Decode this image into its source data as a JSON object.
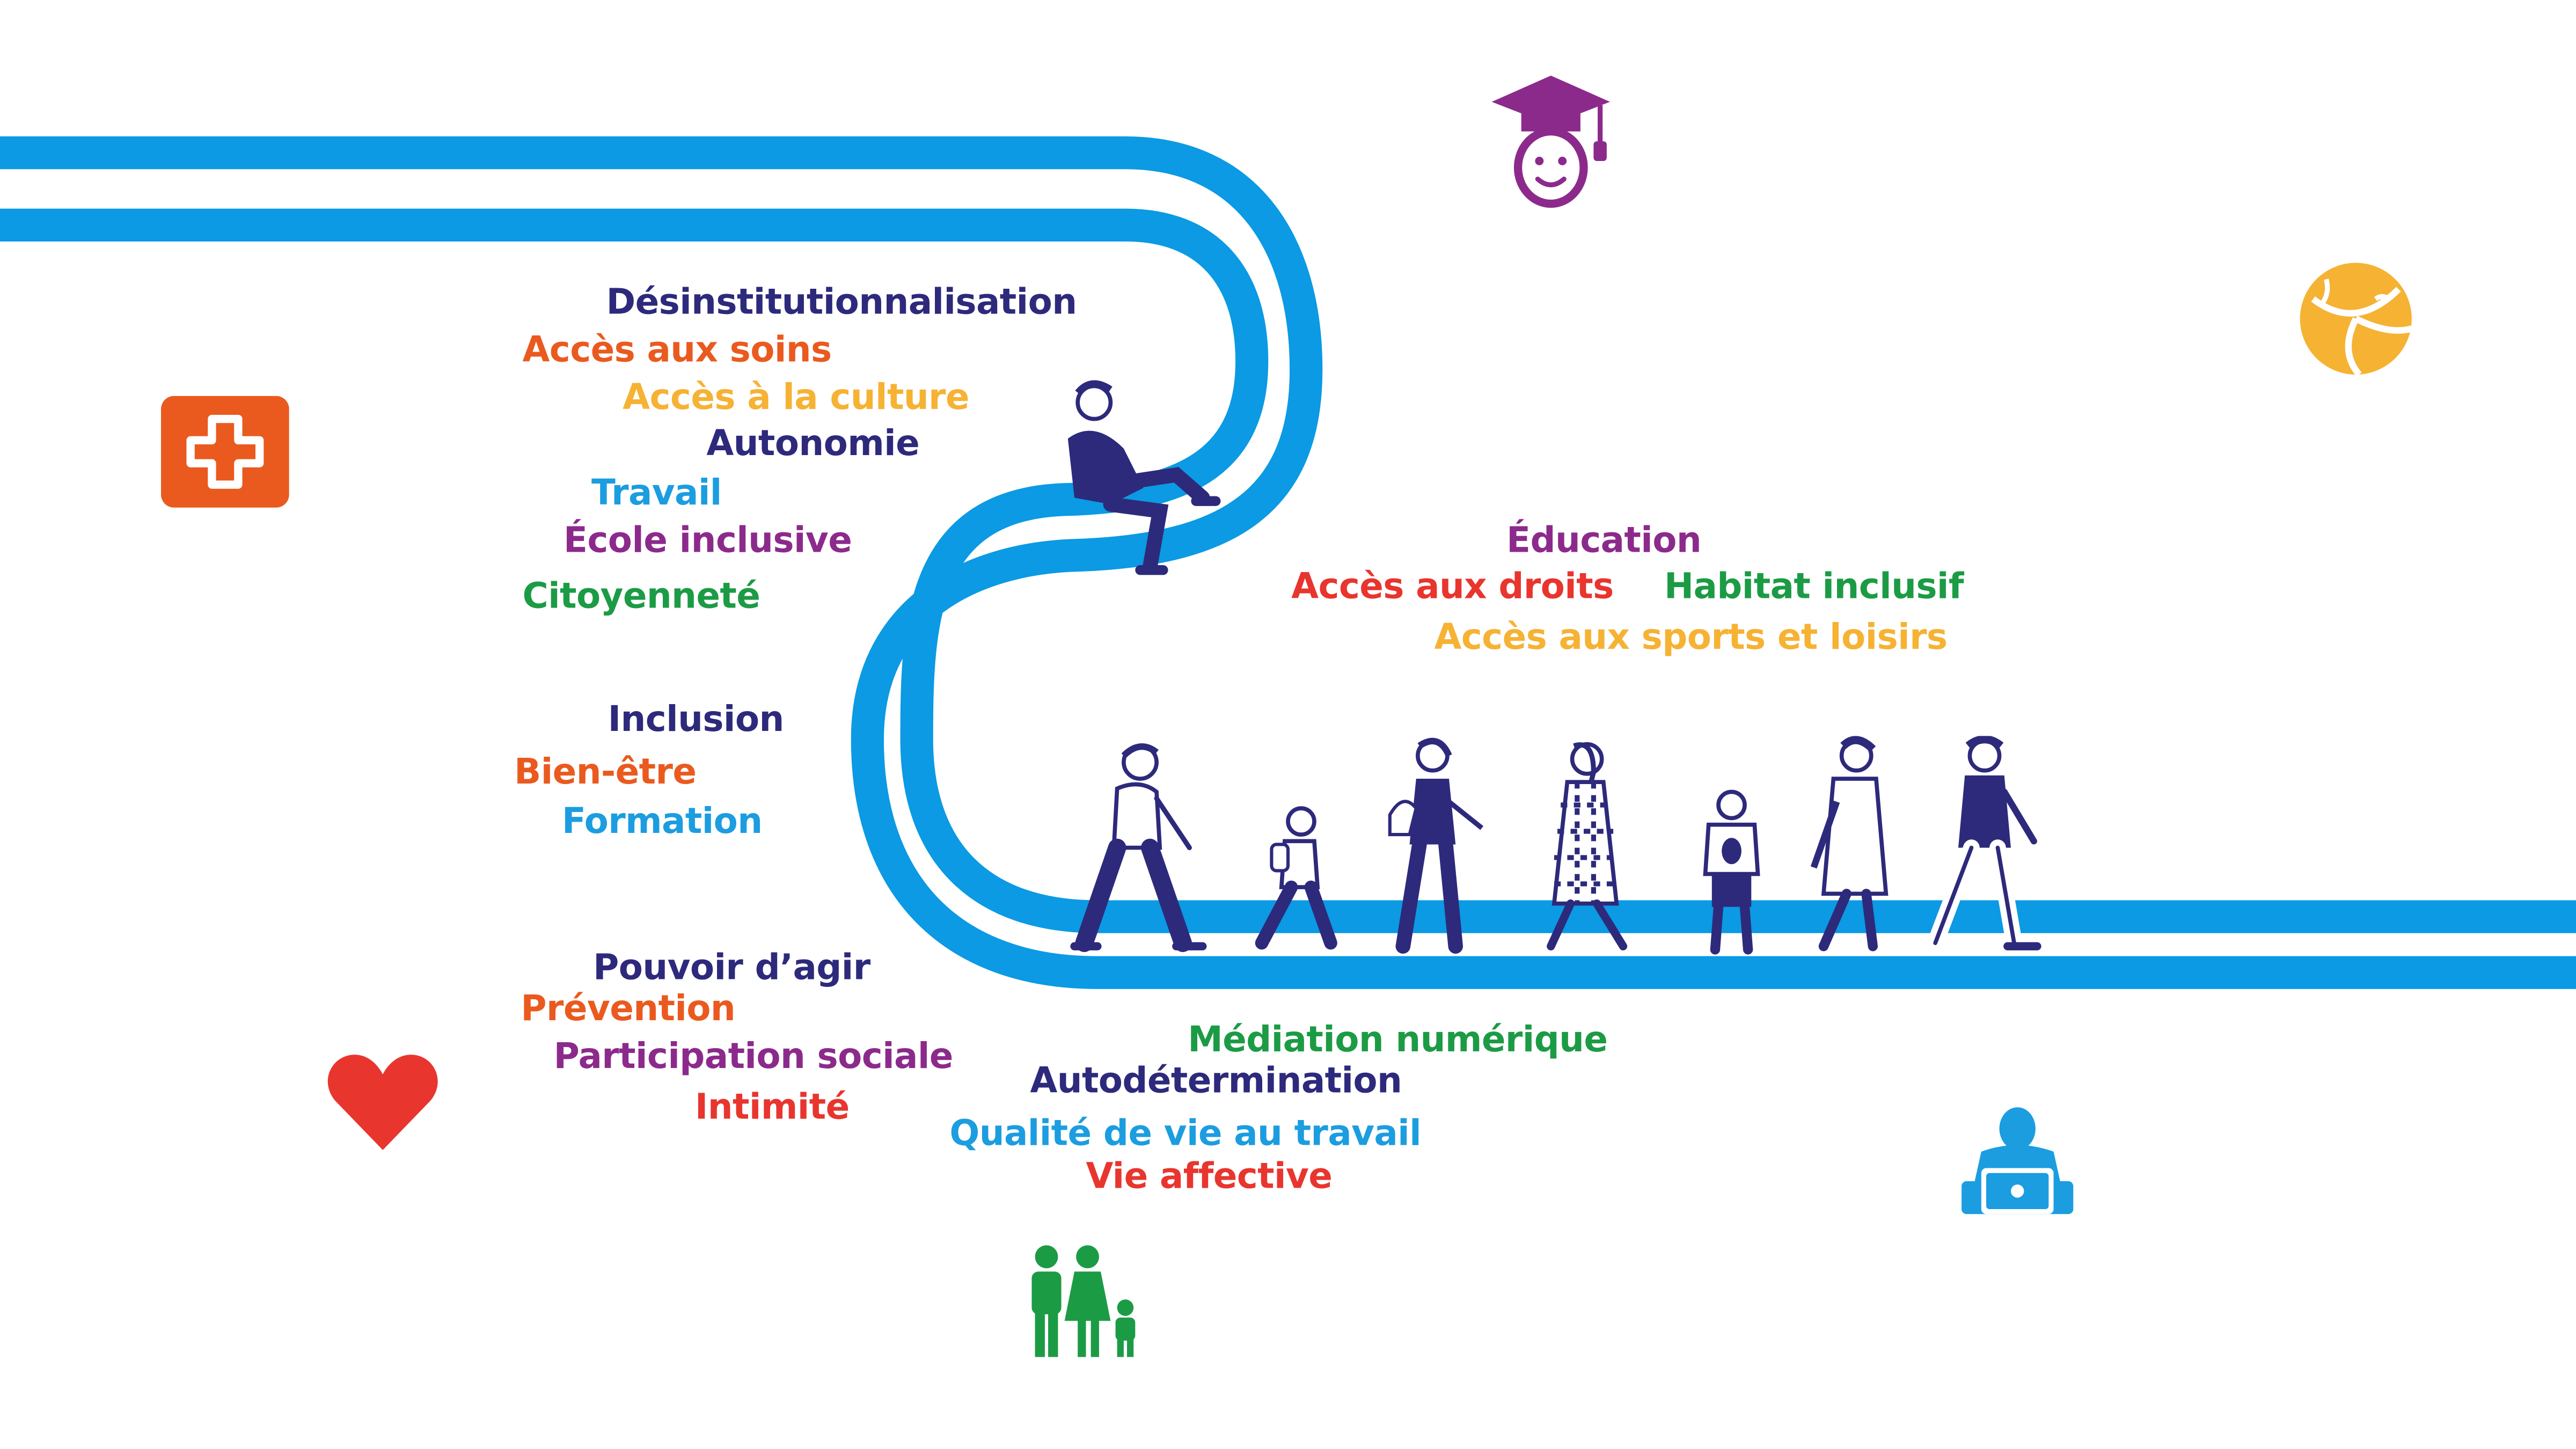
{
  "colors": {
    "track": "#0b9ae3",
    "indigo": "#2d2a7c",
    "orange": "#ea5a1f",
    "yellow": "#f6b233",
    "blue": "#1b9de0",
    "purple": "#8c2a8c",
    "green": "#1c9b45",
    "red": "#e8352e",
    "people": "#2d2a7c"
  },
  "words": [
    {
      "id": "w1",
      "text": "Désinstitutionnalisation",
      "color": "indigo"
    },
    {
      "id": "w2",
      "text": "Accès aux soins",
      "color": "orange"
    },
    {
      "id": "w3",
      "text": "Accès à la culture",
      "color": "yellow"
    },
    {
      "id": "w4",
      "text": "Autonomie",
      "color": "indigo"
    },
    {
      "id": "w5",
      "text": "Travail",
      "color": "blue"
    },
    {
      "id": "w6",
      "text": "École inclusive",
      "color": "purple"
    },
    {
      "id": "w7",
      "text": "Citoyenneté",
      "color": "green"
    },
    {
      "id": "w8",
      "text": "Inclusion",
      "color": "indigo"
    },
    {
      "id": "w9",
      "text": "Bien-être",
      "color": "orange"
    },
    {
      "id": "w10",
      "text": "Formation",
      "color": "blue"
    },
    {
      "id": "w11",
      "text": "Pouvoir d’agir",
      "color": "indigo"
    },
    {
      "id": "w12",
      "text": "Prévention",
      "color": "orange"
    },
    {
      "id": "w13",
      "text": "Participation sociale",
      "color": "purple"
    },
    {
      "id": "w14",
      "text": "Intimité",
      "color": "red"
    },
    {
      "id": "w15",
      "text": "Médiation numérique",
      "color": "green"
    },
    {
      "id": "w16",
      "text": "Autodétermination",
      "color": "indigo"
    },
    {
      "id": "w17",
      "text": "Qualité de vie au travail",
      "color": "blue"
    },
    {
      "id": "w18",
      "text": "Vie affective",
      "color": "red"
    },
    {
      "id": "w19",
      "text": "Éducation",
      "color": "purple"
    },
    {
      "id": "w20",
      "text": "Accès aux droits",
      "color": "red"
    },
    {
      "id": "w21",
      "text": "Habitat inclusif",
      "color": "green"
    },
    {
      "id": "w22",
      "text": "Accès aux sports et loisirs",
      "color": "yellow"
    }
  ],
  "icons": {
    "graduate": {
      "name": "graduate-icon",
      "color": "#8c2a8c"
    },
    "health": {
      "name": "health-cross-icon",
      "color": "#ea5a1f"
    },
    "ball": {
      "name": "beach-ball-icon",
      "color": "#f6b233"
    },
    "heart": {
      "name": "heart-icon",
      "color": "#e8352e"
    },
    "worker": {
      "name": "computer-worker-icon",
      "color": "#1b9de0"
    },
    "family": {
      "name": "family-icon",
      "color": "#1c9b45"
    }
  }
}
